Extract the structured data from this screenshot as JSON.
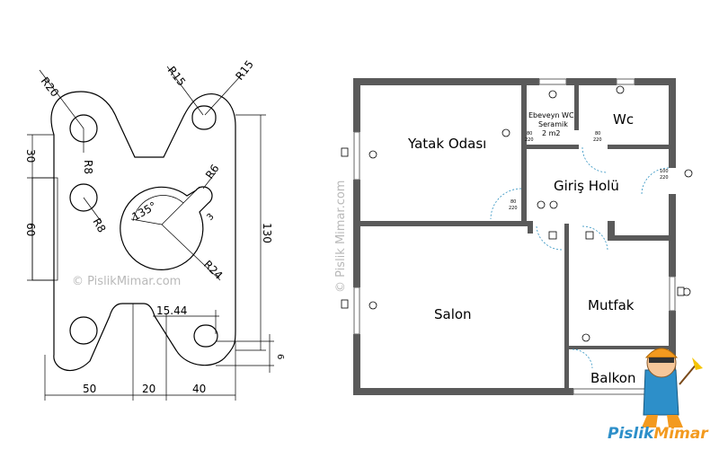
{
  "mechanical": {
    "radius_labels": [
      "R20",
      "R15",
      "R15",
      "R8",
      "R8",
      "R6",
      "R24"
    ],
    "angle_label": "135°",
    "small_dim": "3",
    "left_dims": [
      "30",
      "60"
    ],
    "right_dim": "130",
    "bottom_dims": [
      "50",
      "20",
      "40"
    ],
    "inner_dim": "15.44",
    "small_right_dim": "6",
    "watermark": "© PislikMimar.com"
  },
  "floorplan": {
    "rooms": {
      "yatak": "Yatak Odası",
      "ebeveyn_line1": "Ebeveyn WC",
      "ebeveyn_line2": "Seramik",
      "ebeveyn_line3": "2 m2",
      "wc": "Wc",
      "giris": "Giriş Holü",
      "salon": "Salon",
      "mutfak": "Mutfak",
      "balkon": "Balkon"
    },
    "door_tags": [
      {
        "w": "80",
        "h": "220"
      },
      {
        "w": "80",
        "h": "220"
      },
      {
        "w": "80",
        "h": "220"
      },
      {
        "w": "100",
        "h": "220"
      }
    ],
    "watermark": "© Pislik Mimar.com"
  },
  "logo": {
    "text_part1": "Pislik",
    "text_part2": "Mimar"
  },
  "colors": {
    "wall": "#5a5a5a",
    "line": "#000000",
    "watermark": "#b9b9b9",
    "logo_blue": "#2d8fc9",
    "logo_orange": "#f39a1f"
  }
}
